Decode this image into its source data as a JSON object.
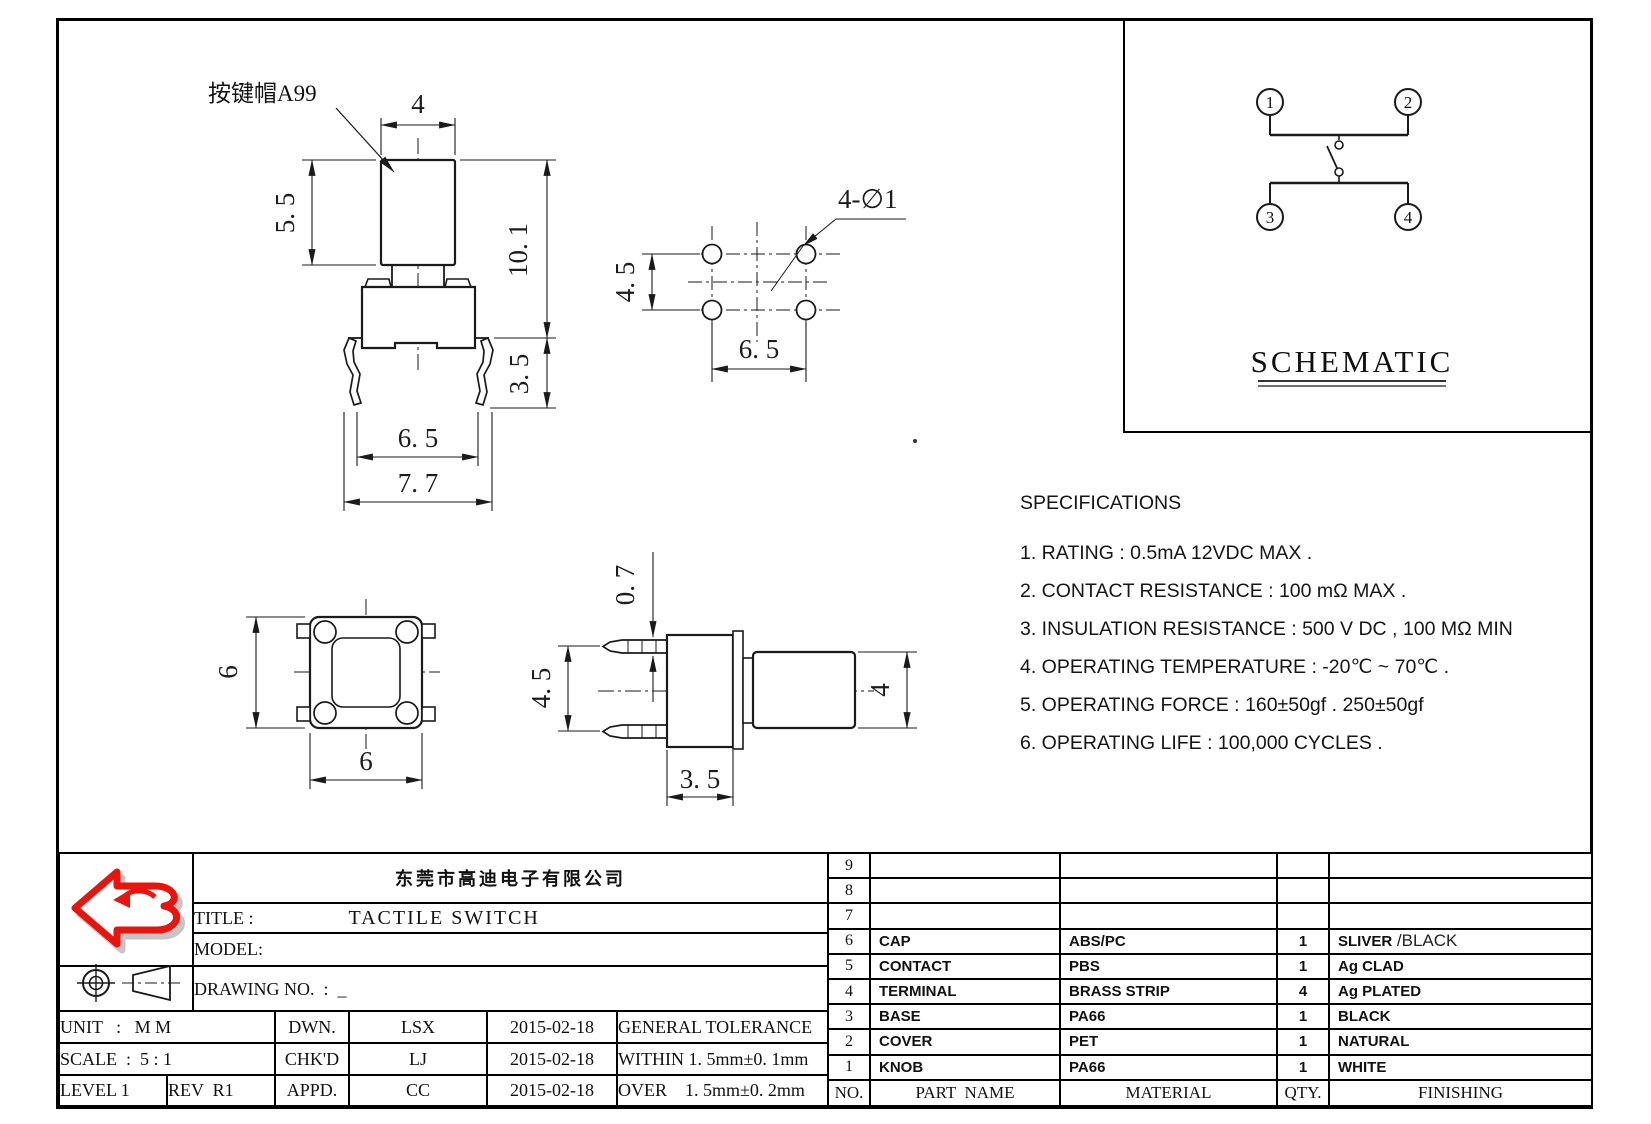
{
  "page": {
    "bg": "#ffffff",
    "line_color": "#1a1a1a",
    "logo_red": "#e8150d"
  },
  "views": {
    "front": {
      "cap_label": "按键帽A99",
      "dim_cap_width": "4",
      "dim_cap_height": "5. 5",
      "dim_total_height": "10. 1",
      "dim_leg_height": "3. 5",
      "dim_body_width": "6. 5",
      "dim_lead_span": "7. 7"
    },
    "pcb_holes": {
      "label": "4-∅1",
      "dim_row_pitch": "4. 5",
      "dim_col_pitch": "6. 5"
    },
    "top": {
      "dim_height": "6",
      "dim_width": "6"
    },
    "side": {
      "dim_pin": "0. 7",
      "dim_pin_pitch": "4. 5",
      "dim_base": "3. 5",
      "dim_cap": "4"
    },
    "schematic": {
      "title": "SCHEMATIC",
      "pin1": "1",
      "pin2": "2",
      "pin3": "3",
      "pin4": "4"
    }
  },
  "specs": {
    "title": "SPECIFICATIONS",
    "items": [
      "1. RATING : 0.5mA 12VDC MAX .",
      "2. CONTACT RESISTANCE : 100 mΩ MAX .",
      "3. INSULATION RESISTANCE : 500 V DC , 100 MΩ MIN",
      "4. OPERATING TEMPERATURE : -20℃ ~ 70℃ .",
      "5. OPERATING FORCE : 160±50gf . 250±50gf",
      "6. OPERATING LIFE : 100,000 CYCLES ."
    ]
  },
  "title_block": {
    "company": "东莞市高迪电子有限公司",
    "title_label": "TITLE :",
    "title_value": "TACTILE SWITCH",
    "model_label": "MODEL:",
    "drawing_label": "DRAWING NO.  :  _",
    "unit": "UNIT   :   M M",
    "scale": "SCALE  :  5 : 1",
    "level": "LEVEL 1",
    "rev": "REV  R1",
    "dwn_label": "DWN.",
    "dwn_name": "LSX",
    "dwn_date": "2015-02-18",
    "chk_label": "CHK'D",
    "chk_name": "LJ",
    "chk_date": "2015-02-18",
    "apd_label": "APPD.",
    "apd_name": "CC",
    "apd_date": "2015-02-18",
    "tol_title": "GENERAL TOLERANCE",
    "tol_within": "WITHIN 1. 5mm±0. 1mm",
    "tol_over": "OVER    1. 5mm±0. 2mm"
  },
  "parts_table": {
    "headers": {
      "no": "NO.",
      "part": "PART  NAME",
      "material": "MATERIAL",
      "qty": "QTY.",
      "finishing": "FINISHING"
    },
    "rows": [
      {
        "no": "9",
        "part": "",
        "material": "",
        "qty": "",
        "finish": "",
        "finish2": ""
      },
      {
        "no": "8",
        "part": "",
        "material": "",
        "qty": "",
        "finish": "",
        "finish2": ""
      },
      {
        "no": "7",
        "part": "",
        "material": "",
        "qty": "",
        "finish": "",
        "finish2": ""
      },
      {
        "no": "6",
        "part": "CAP",
        "material": "ABS/PC",
        "qty": "1",
        "finish": "SLIVER",
        "finish2": " /BLACK"
      },
      {
        "no": "5",
        "part": "CONTACT",
        "material": "PBS",
        "qty": "1",
        "finish": "Ag CLAD",
        "finish2": ""
      },
      {
        "no": "4",
        "part": "TERMINAL",
        "material": "BRASS STRIP",
        "qty": "4",
        "finish": "Ag PLATED",
        "finish2": ""
      },
      {
        "no": "3",
        "part": "BASE",
        "material": "PA66",
        "qty": "1",
        "finish": "BLACK",
        "finish2": ""
      },
      {
        "no": "2",
        "part": "COVER",
        "material": "PET",
        "qty": "1",
        "finish": "NATURAL",
        "finish2": ""
      },
      {
        "no": "1",
        "part": "KNOB",
        "material": "PA66",
        "qty": "1",
        "finish": "WHITE",
        "finish2": ""
      }
    ]
  }
}
